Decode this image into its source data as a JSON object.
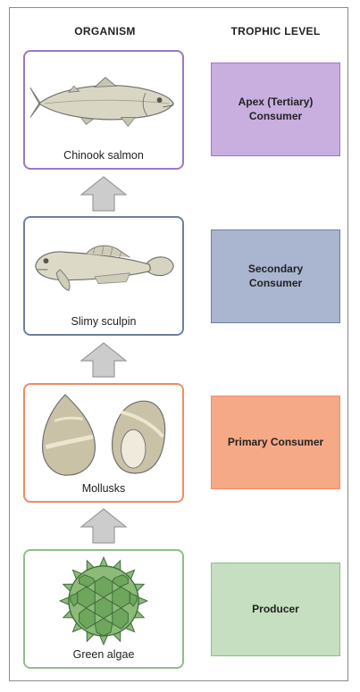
{
  "headers": {
    "organism": "ORGANISM",
    "trophic_level": "TROPHIC LEVEL"
  },
  "levels": [
    {
      "organism": "Chinook salmon",
      "trophic": "Apex (Tertiary) Consumer",
      "border": "#9b77c4",
      "fill": "#c9aee0"
    },
    {
      "organism": "Slimy sculpin",
      "trophic": "Secondary Consumer",
      "border": "#6f7f9f",
      "fill": "#aab6cf"
    },
    {
      "organism": "Mollusks",
      "trophic": "Primary Consumer",
      "border": "#ef8c64",
      "fill": "#f6a986"
    },
    {
      "organism": "Green algae",
      "trophic": "Producer",
      "border": "#8fbe8a",
      "fill": "#c6dfc0"
    }
  ],
  "colors": {
    "arrow_fill": "#cccccc",
    "arrow_stroke": "#9a9a9a",
    "frame": "#8a8a8a"
  },
  "icons": [
    "salmon-icon",
    "sculpin-icon",
    "mollusk-shells-icon",
    "green-algae-icon",
    "up-arrow-icon"
  ]
}
